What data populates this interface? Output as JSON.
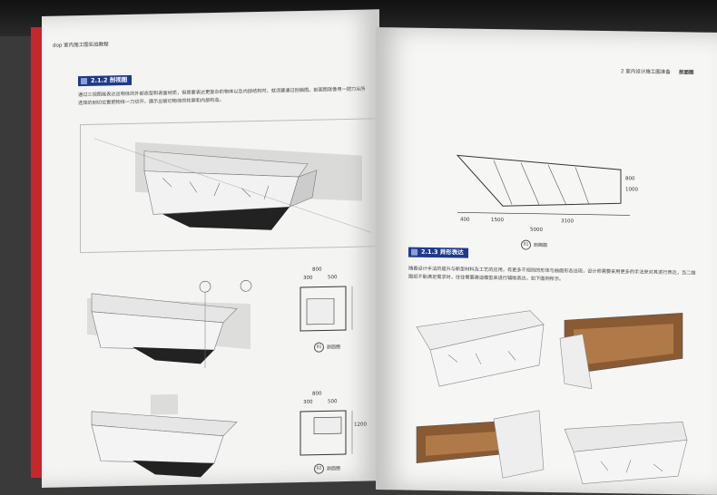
{
  "left_page": {
    "header": "dop 室内施工图实战教程",
    "section_heading": "2.1.2 剖视图",
    "paragraph": "通过三视图能表达出物体的外部造型和表面材质，但是要表达更复杂的物体以及内部结构时，就须要通过剖面图。剖面图就像用一把刀从所选择的剖切位置把物体一刀切开，展示出被切物体的轮廓和内部构造。",
    "dim_top": [
      "800",
      "300",
      "500"
    ],
    "dim_side": "1200",
    "caption1": {
      "num": "01",
      "label": "剖面图"
    },
    "caption2": {
      "num": "02",
      "label": "剖面图"
    }
  },
  "right_page": {
    "header": "2 室内设计施工图准备",
    "header_tag": "剖面图",
    "dims_bottom": [
      "400",
      "1500",
      "3100",
      "5000"
    ],
    "dims_right": [
      "800",
      "1000"
    ],
    "section_caption": {
      "num": "01",
      "label": "剖面图"
    },
    "section_heading": "2.1.3 异形表达",
    "paragraph": "随着设计手法的提升与新型材料及工艺的应用，有更多不规则的形体与曲面形态出现，设计师需要采用更多的手法来对其进行表达，当二维图纸不能满足需求时，往往需要建造模型来进行辅助表达，如下图例所示。"
  }
}
